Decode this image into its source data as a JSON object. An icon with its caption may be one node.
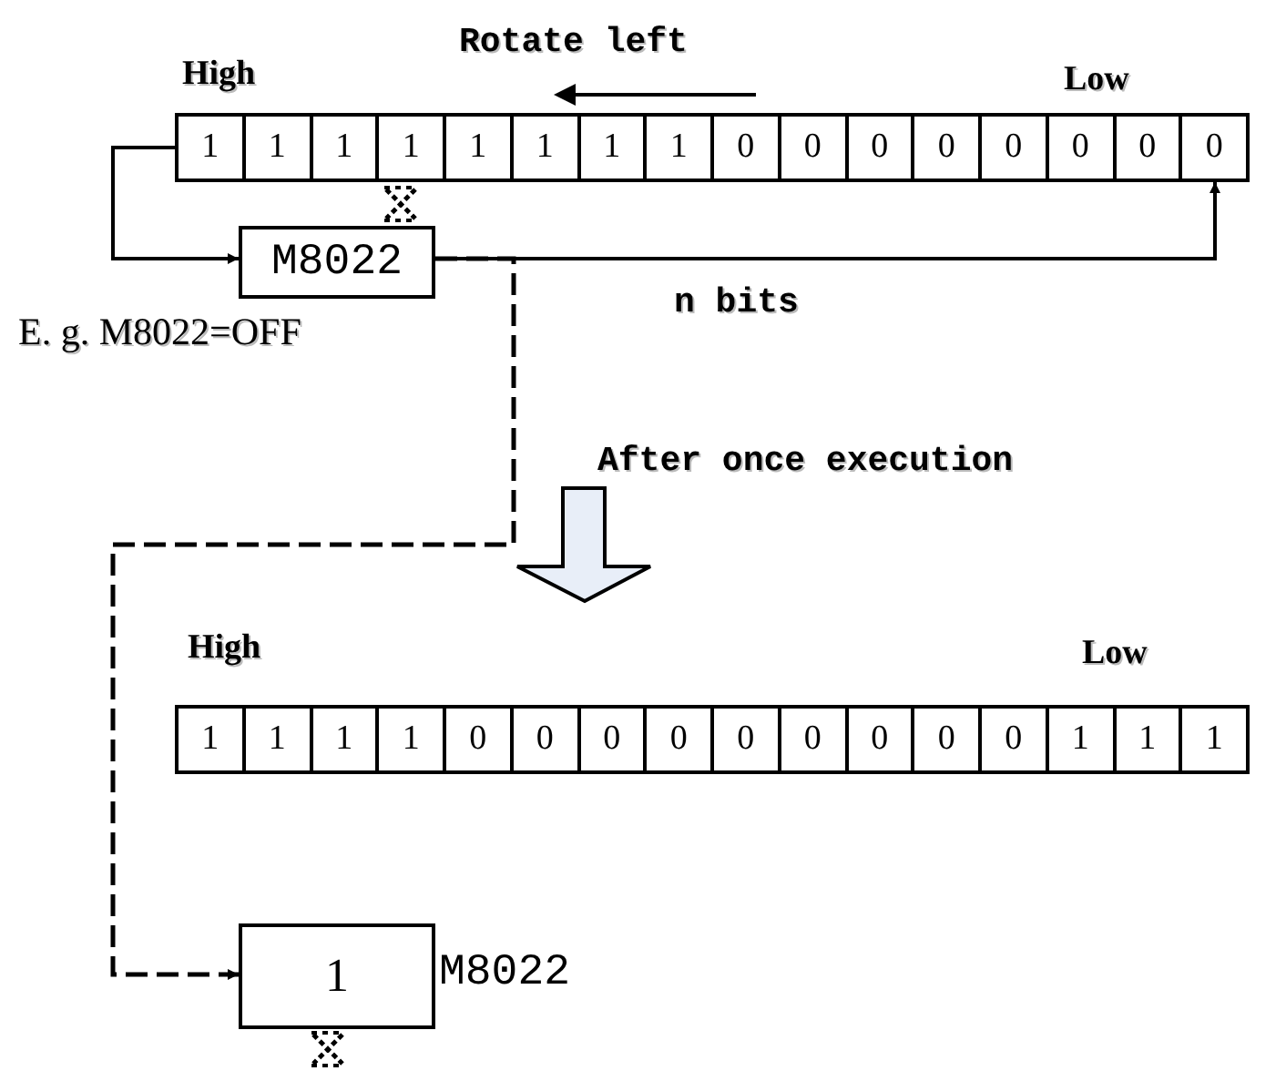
{
  "diagram": {
    "nodes": [
      {
        "text": [
          "1",
          "1",
          "1",
          "1",
          "1",
          "1",
          "1",
          "1",
          "0",
          "0",
          "0",
          "0",
          "0",
          "0",
          "0",
          "0"
        ]
      },
      {
        "text": [
          "M8022"
        ]
      },
      {
        "text": [
          "1",
          "1",
          "1",
          "1",
          "0",
          "0",
          "0",
          "0",
          "0",
          "0",
          "0",
          "0",
          "0",
          "1",
          "1",
          "1"
        ]
      },
      {
        "text": [
          "1"
        ],
        "beside": [
          "M8022"
        ]
      }
    ],
    "edges": [
      {
        "from": 0,
        "to": 1,
        "arrow": "to"
      },
      {
        "from": 1,
        "to": 0,
        "arrow": "to"
      },
      {
        "from": 1,
        "to": 3,
        "arrow": "to",
        "style": "dashed"
      }
    ],
    "labels": [
      "Rotate left",
      "High",
      "Low",
      "n bits",
      "E. g. M8022=OFF",
      "After once execution",
      "High",
      "Low"
    ]
  }
}
